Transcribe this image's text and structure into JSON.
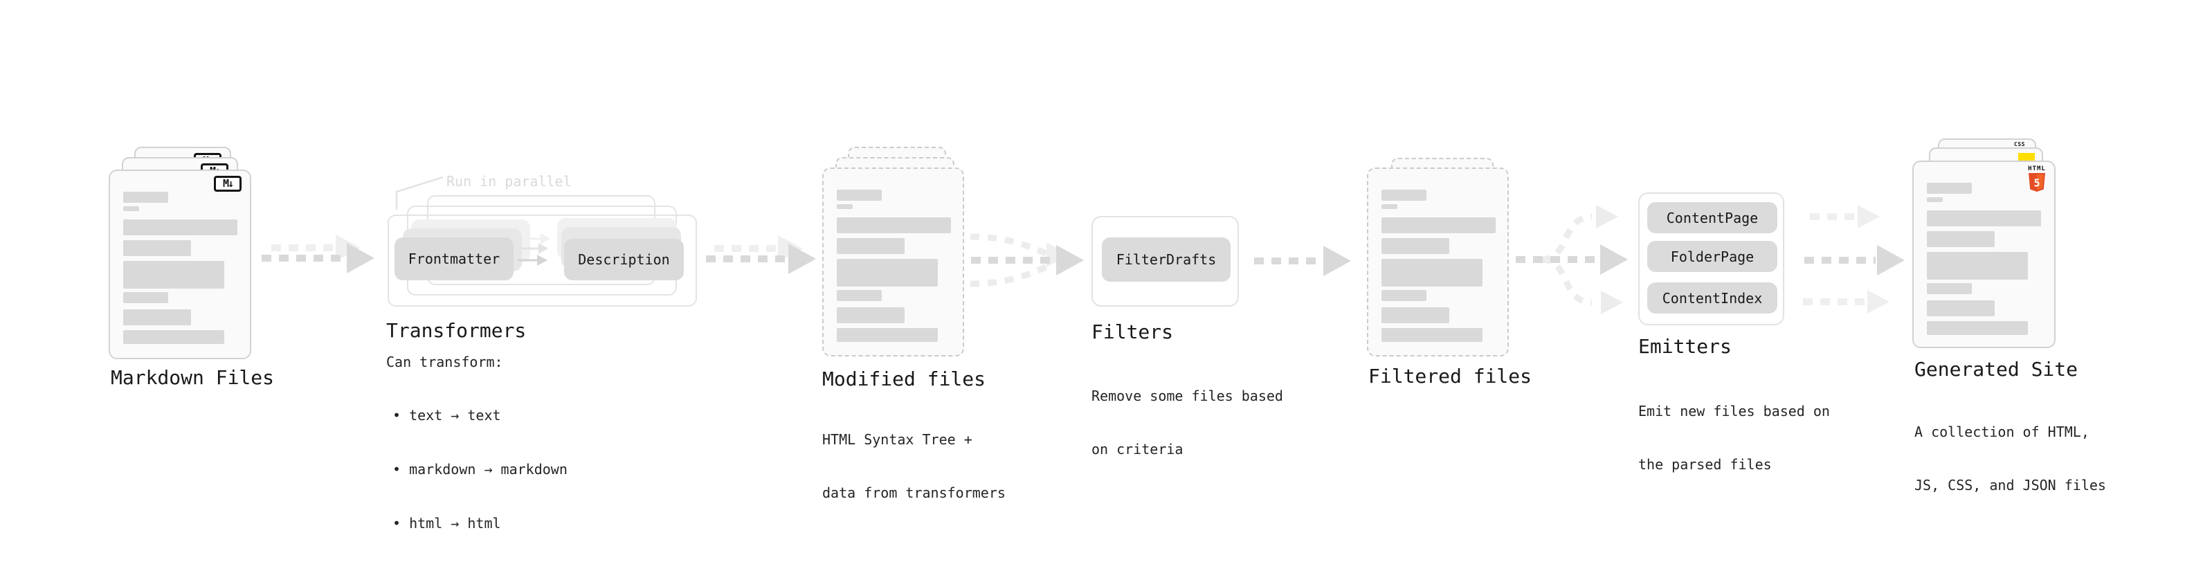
{
  "stages": {
    "markdown": {
      "title": "Markdown Files",
      "badge": "M↓"
    },
    "transformers": {
      "annotation": "Run in parallel",
      "input_box": "Frontmatter",
      "output_box": "Description",
      "title": "Transformers",
      "description_heading": "Can transform:",
      "bullets": [
        "• text → text",
        "• markdown → markdown",
        "• html → html"
      ]
    },
    "modified": {
      "title": "Modified files",
      "description_line1": "HTML Syntax Tree +",
      "description_line2": "data from transformers"
    },
    "filters": {
      "box": "FilterDrafts",
      "title": "Filters",
      "description_line1": "Remove some files based",
      "description_line2": "on criteria"
    },
    "filtered": {
      "title": "Filtered files"
    },
    "emitters": {
      "boxes": [
        "ContentPage",
        "FolderPage",
        "ContentIndex"
      ],
      "title": "Emitters",
      "description_line1": "Emit new files based on",
      "description_line2": "the parsed files"
    },
    "generated": {
      "title": "Generated Site",
      "description_line1": "A collection of HTML,",
      "description_line2": "JS, CSS, and JSON files",
      "html5_label": "HTML",
      "html5_number": "5",
      "css_label": "CSS"
    }
  },
  "colors": {
    "arrow": "#d9d9d9",
    "arrow_light": "#efefef",
    "text": "#191919",
    "annotation": "#d9d9d9",
    "accent_html5_dark": "#e44d26",
    "accent_html5_light": "#f16529",
    "accent_js": "#ffde00",
    "accent_css": "#264de4"
  }
}
